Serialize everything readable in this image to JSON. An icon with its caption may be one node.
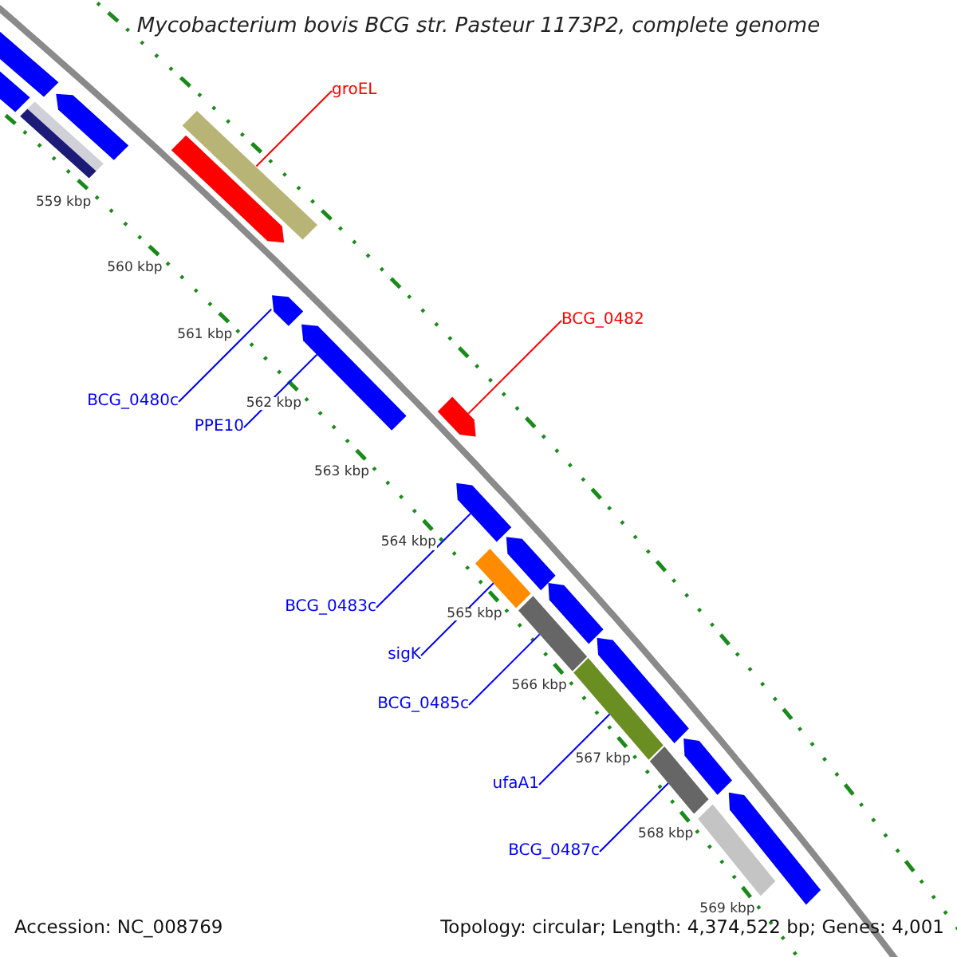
{
  "diagram": {
    "title": "Mycobacterium bovis BCG str. Pasteur 1173P2, complete genome",
    "nodes": [
      {
        "text": [
          "groEL"
        ]
      },
      {
        "text": [
          "BCG_0482"
        ]
      },
      {
        "text": [
          "BCG_0480c"
        ]
      },
      {
        "text": [
          "PPE10"
        ]
      },
      {
        "text": [
          "BCG_0483c"
        ]
      },
      {
        "text": [
          "sigK"
        ]
      },
      {
        "text": [
          "BCG_0485c"
        ]
      },
      {
        "text": [
          "ufaA1"
        ]
      },
      {
        "text": [
          "BCG_0487c"
        ]
      },
      {
        "text": [],
        "shape": "bar"
      },
      {
        "text": [],
        "shape": "arrow"
      },
      {
        "text": [],
        "shape": "arrow"
      },
      {
        "text": [],
        "shape": "arrow"
      },
      {
        "text": [],
        "shape": "arrow"
      },
      {
        "text": [],
        "shape": "bar"
      },
      {
        "text": [],
        "shape": "bar"
      },
      {
        "text": [],
        "shape": "bar"
      },
      {
        "text": [],
        "shape": "bar"
      },
      {
        "text": [],
        "shape": "arrow"
      },
      {
        "text": [],
        "shape": "arrow"
      },
      {
        "text": [],
        "shape": "arrow"
      },
      {
        "text": [],
        "shape": "arrow"
      },
      {
        "text": [],
        "shape": "bar"
      },
      {
        "text": [],
        "shape": "arrow"
      },
      {
        "text": [],
        "shape": "arrow"
      },
      {
        "text": [],
        "shape": "arrow"
      },
      {
        "text": [],
        "shape": "arrow"
      },
      {
        "text": [],
        "shape": "arrow"
      },
      {
        "text": [],
        "shape": "bar"
      }
    ],
    "edges": [
      {
        "from": 0,
        "to": 9,
        "arrow": "none",
        "color": "#ff0000"
      },
      {
        "from": 1,
        "to": 10,
        "arrow": "none",
        "color": "#ff0000"
      },
      {
        "from": 2,
        "to": 11,
        "arrow": "none"
      },
      {
        "from": 3,
        "to": 12,
        "arrow": "none"
      },
      {
        "from": 4,
        "to": 13,
        "arrow": "none"
      },
      {
        "from": 5,
        "to": 14,
        "arrow": "none"
      },
      {
        "from": 6,
        "to": 15,
        "arrow": "none"
      },
      {
        "from": 7,
        "to": 16,
        "arrow": "none"
      },
      {
        "from": 8,
        "to": 17,
        "arrow": "none"
      }
    ],
    "labels": [
      "559 kbp",
      "560 kbp",
      "561 kbp",
      "562 kbp",
      "563 kbp",
      "564 kbp",
      "565 kbp",
      "566 kbp",
      "567 kbp",
      "568 kbp",
      "569 kbp",
      "Accession: NC_008769",
      "Topology: circular; Length: 4,374,522 bp; Genes: 4,001"
    ]
  }
}
